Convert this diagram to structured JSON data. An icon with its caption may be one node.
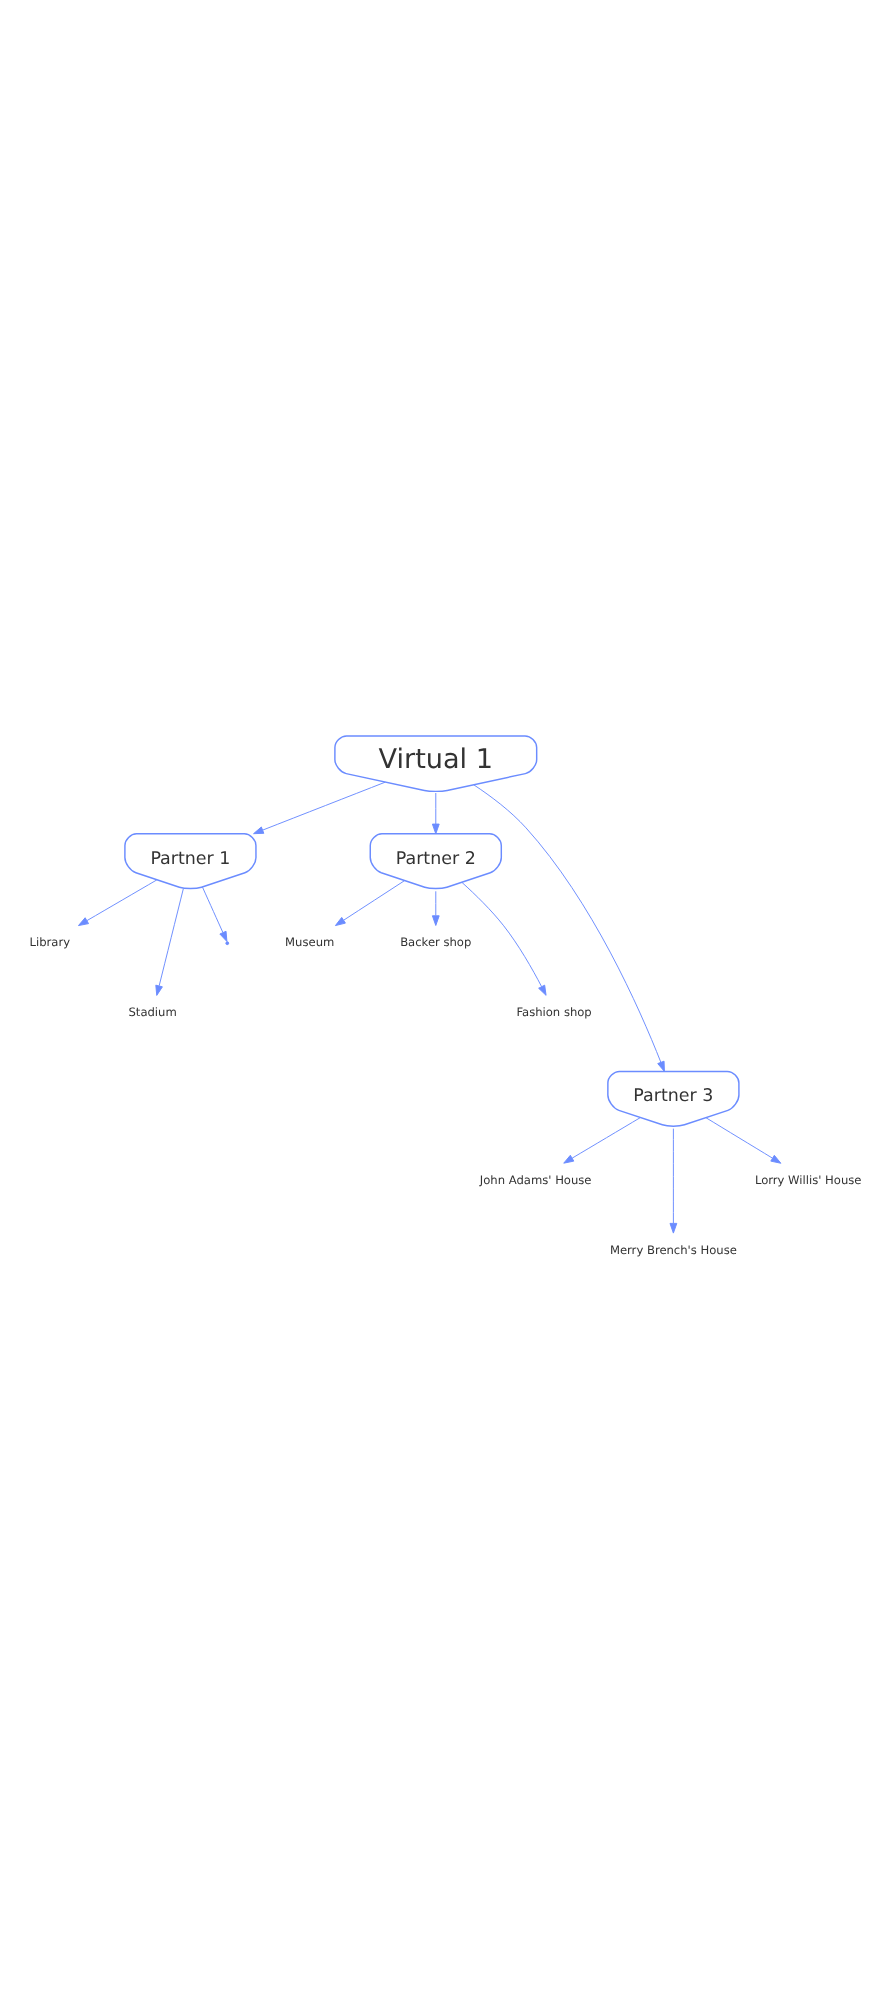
{
  "diagram": {
    "nodes": [
      {
        "text": [
          "Virtual 1"
        ]
      },
      {
        "text": [
          "Partner 1"
        ]
      },
      {
        "text": [
          "Partner 2"
        ]
      },
      {
        "text": [
          "Partner 3"
        ]
      },
      {
        "text": [
          "Library"
        ]
      },
      {
        "text": [
          "Stadium"
        ]
      },
      {
        "text": [
          "Museum"
        ]
      },
      {
        "text": [
          "Backer shop"
        ]
      },
      {
        "text": [
          "Fashion shop"
        ]
      },
      {
        "text": [
          "John Adams' House"
        ]
      },
      {
        "text": [
          "Merry Brench's House"
        ]
      },
      {
        "text": [
          "Lorry Willis' House"
        ]
      }
    ],
    "edges": [
      {
        "from": 0,
        "to": 1,
        "arrow": "to"
      },
      {
        "from": 0,
        "to": 3,
        "arrow": "to"
      },
      {
        "from": 0,
        "to": 2,
        "arrow": "to"
      },
      {
        "from": 1,
        "to": 4,
        "arrow": "to"
      },
      {
        "from": 1,
        "to": 5,
        "arrow": "to"
      },
      {
        "from": 1,
        "to": null,
        "arrow": "to"
      },
      {
        "from": 2,
        "to": 6,
        "arrow": "to"
      },
      {
        "from": 2,
        "to": 8,
        "arrow": "to"
      },
      {
        "from": 2,
        "to": 7,
        "arrow": "to"
      },
      {
        "from": 3,
        "to": 9,
        "arrow": "to"
      },
      {
        "from": 3,
        "to": 10,
        "arrow": "to"
      },
      {
        "from": 3,
        "to": 11,
        "arrow": "to"
      }
    ]
  }
}
